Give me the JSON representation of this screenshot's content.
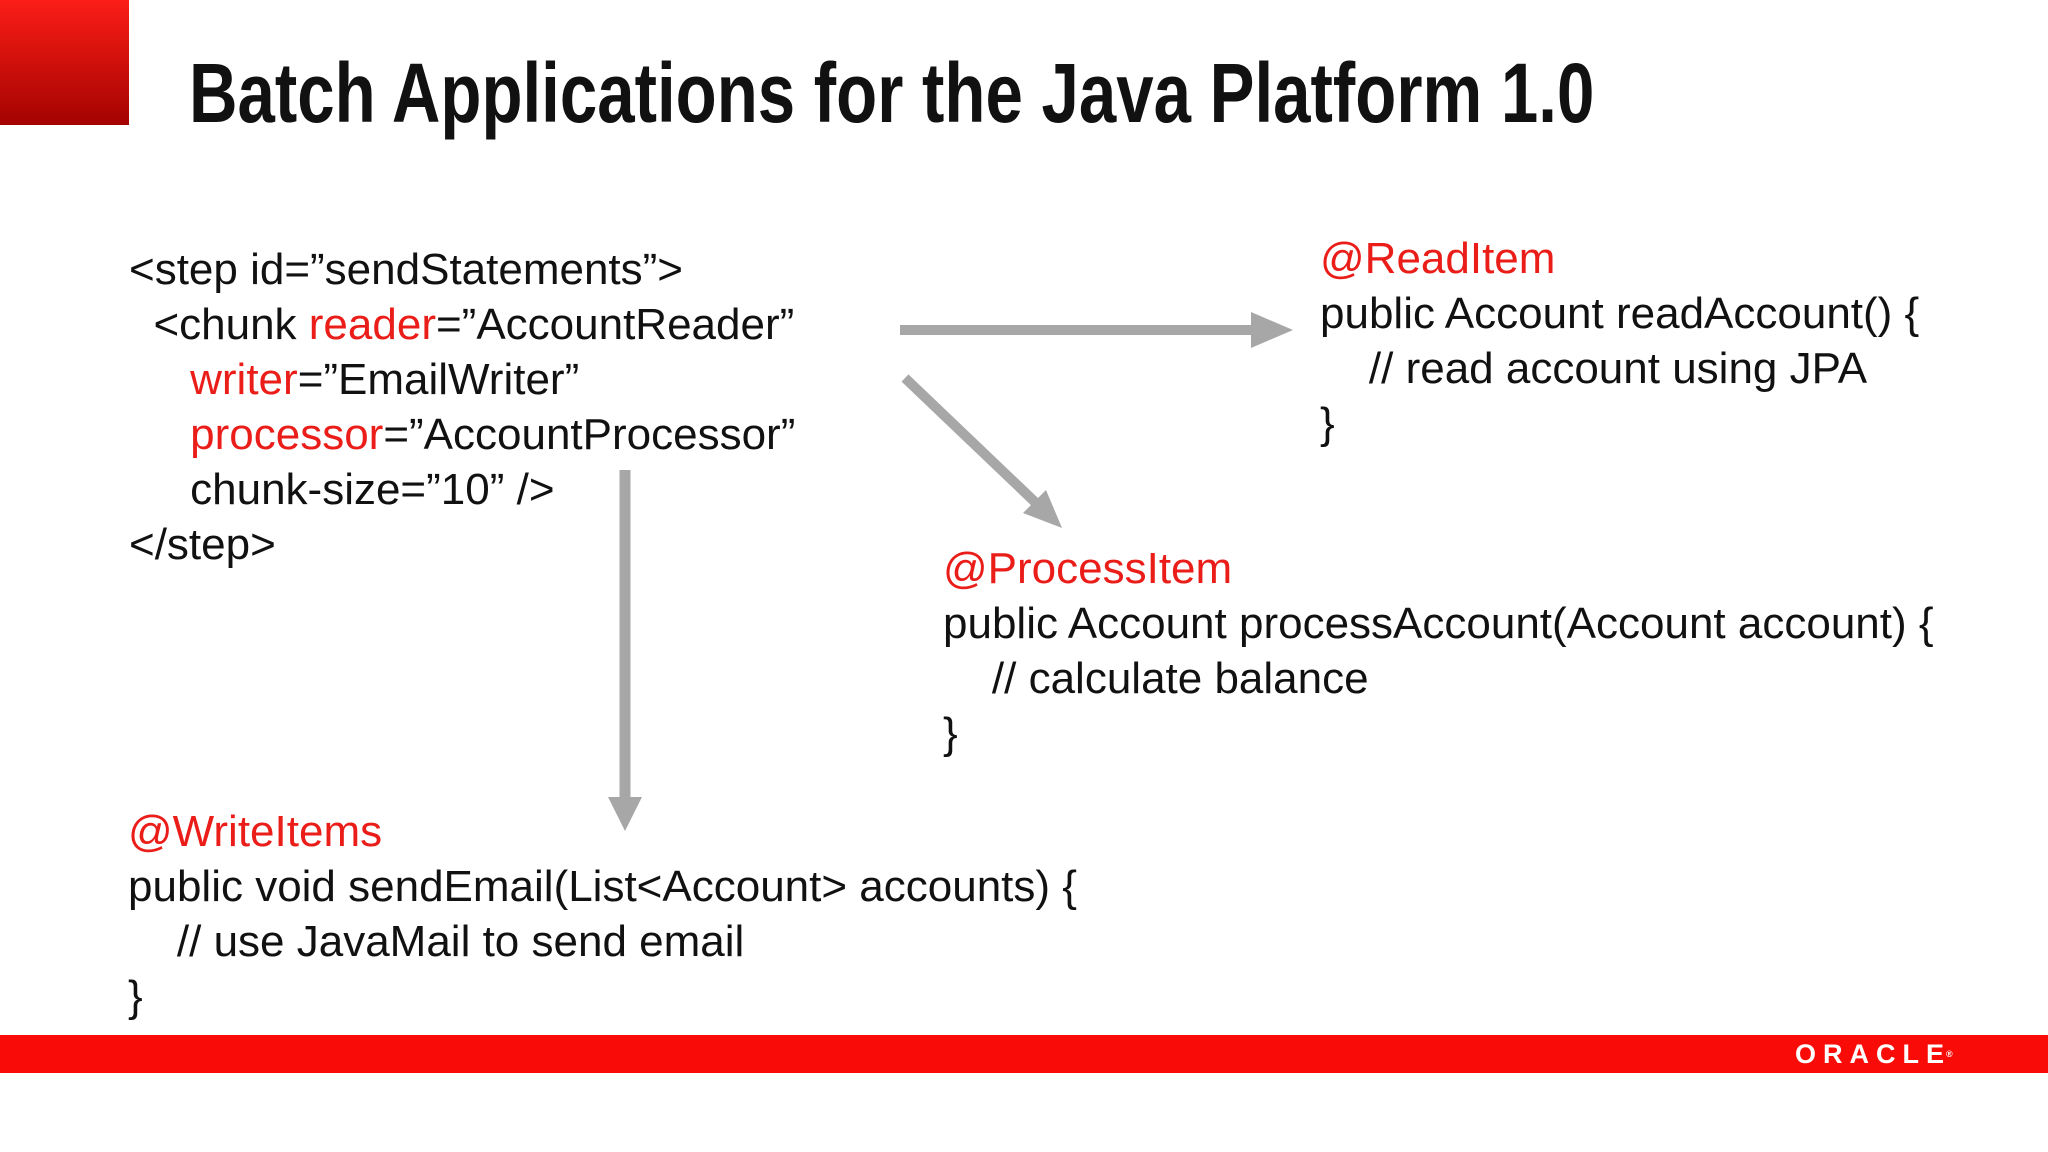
{
  "slide": {
    "title": "Batch Applications for the Java Platform 1.0",
    "colors": {
      "ink": "#111111",
      "accent_red": "#ea1d19",
      "bar_red": "#f90b08",
      "corner_top": "#fc1d17",
      "corner_bottom": "#a30300",
      "arrow_gray": "#a7a7a7"
    },
    "code_blocks": [
      {
        "id": "xml-block",
        "label": "job-xml-step-definition",
        "lines": [
          [
            {
              "t": "<step id=”sendStatements”>",
              "c": "black"
            }
          ],
          [
            {
              "t": "  <chunk ",
              "c": "black"
            },
            {
              "t": "reader",
              "c": "red"
            },
            {
              "t": "=”AccountReader”",
              "c": "black"
            }
          ],
          [
            {
              "t": "     ",
              "c": "black"
            },
            {
              "t": "writer",
              "c": "red"
            },
            {
              "t": "=”EmailWriter”",
              "c": "black"
            }
          ],
          [
            {
              "t": "     ",
              "c": "black"
            },
            {
              "t": "processor",
              "c": "red"
            },
            {
              "t": "=”AccountProcessor”",
              "c": "black"
            }
          ],
          [
            {
              "t": "     chunk-size=”10” />",
              "c": "black"
            }
          ],
          [
            {
              "t": "</step>",
              "c": "black"
            }
          ]
        ]
      },
      {
        "id": "read-block",
        "label": "read-item-annotation",
        "lines": [
          [
            {
              "t": "@ReadItem",
              "c": "red"
            }
          ],
          [
            {
              "t": "public Account readAccount() {",
              "c": "black"
            }
          ],
          [
            {
              "t": "    // read account using JPA",
              "c": "black"
            }
          ],
          [
            {
              "t": "}",
              "c": "black"
            }
          ]
        ]
      },
      {
        "id": "process-block",
        "label": "process-item-annotation",
        "lines": [
          [
            {
              "t": "@ProcessItem",
              "c": "red"
            }
          ],
          [
            {
              "t": "public Account processAccount(Account account) {",
              "c": "black"
            }
          ],
          [
            {
              "t": "    // calculate balance",
              "c": "black"
            }
          ],
          [
            {
              "t": "}",
              "c": "black"
            }
          ]
        ]
      },
      {
        "id": "write-block",
        "label": "write-items-annotation",
        "lines": [
          [
            {
              "t": "@WriteItems",
              "c": "red"
            }
          ],
          [
            {
              "t": "public void sendEmail(List<Account> accounts) {",
              "c": "black"
            }
          ],
          [
            {
              "t": "    // use JavaMail to send email",
              "c": "black"
            }
          ],
          [
            {
              "t": "}",
              "c": "black"
            }
          ]
        ]
      }
    ],
    "footer": {
      "logo_text": "ORACLE",
      "registered_mark": "®"
    }
  }
}
